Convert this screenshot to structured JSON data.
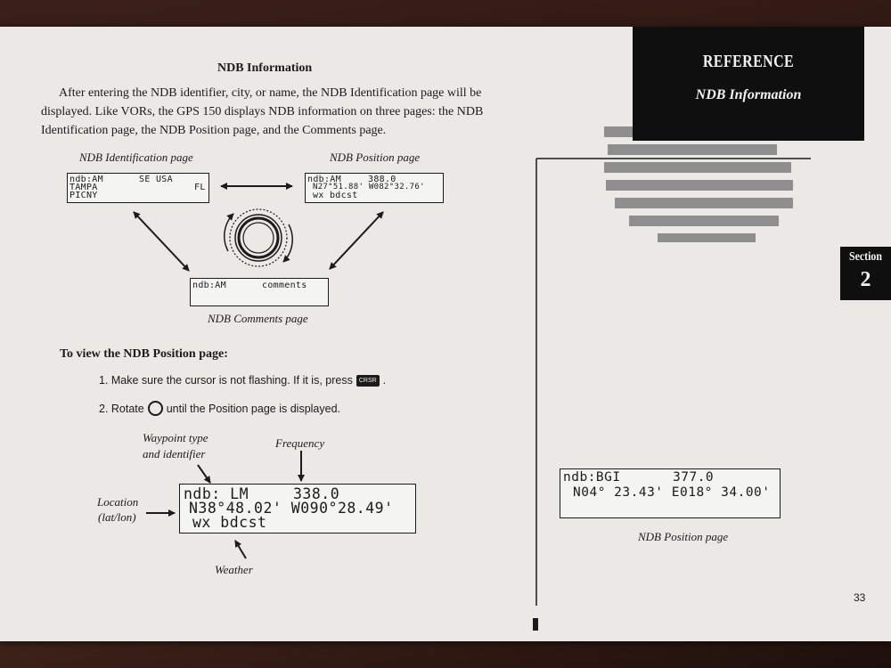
{
  "title": "NDB Information",
  "intro": "After entering the NDB identifier, city, or name, the NDB Identification page will be displayed. Like VORs, the GPS 150 displays NDB information on three pages: the NDB Identification page, the NDB Position page, and the Comments page.",
  "diagram": {
    "id_caption": "NDB Identification page",
    "pos_caption": "NDB Position page",
    "com_caption": "NDB Comments page",
    "id_screen": {
      "l1a": "ndb:AM",
      "l1b": "SE USA",
      "l2a": "TAMPA",
      "l2b": "FL",
      "l3": "PICNY"
    },
    "pos_screen": {
      "l1a": "ndb:AM",
      "l1b": "388.0",
      "l2": "N27°51.88' W082°32.76'",
      "l3": "wx bdcst"
    },
    "com_screen": {
      "a": "ndb:AM",
      "b": "comments"
    }
  },
  "procedure": {
    "heading": "To view the NDB Position page:",
    "step1_text": "1. Make sure the cursor is not flashing. If it is, press",
    "step1_key": "CRSR",
    "step1_end": ".",
    "step2_a": "2. Rotate",
    "step2_b": "until the Position page is displayed."
  },
  "annotated": {
    "label_waypoint_1": "Waypoint type",
    "label_waypoint_2": "and identifier",
    "label_frequency": "Frequency",
    "label_location_1": "Location",
    "label_location_2": "(lat/lon)",
    "label_weather": "Weather",
    "screen": {
      "l1a": "ndb: LM",
      "l1b": "338.0",
      "l2": "N38°48.02' W090°28.49'",
      "l3": "wx bdcst"
    }
  },
  "right": {
    "banner_title": "REFERENCE",
    "banner_subtitle": "NDB Information",
    "section_word": "Section",
    "section_number": "2",
    "screen": {
      "l1a": "ndb:BGI",
      "l1b": "377.0",
      "l2": "N04° 23.43' E018° 34.00'"
    },
    "caption": "NDB Position page",
    "page_number": "33"
  }
}
